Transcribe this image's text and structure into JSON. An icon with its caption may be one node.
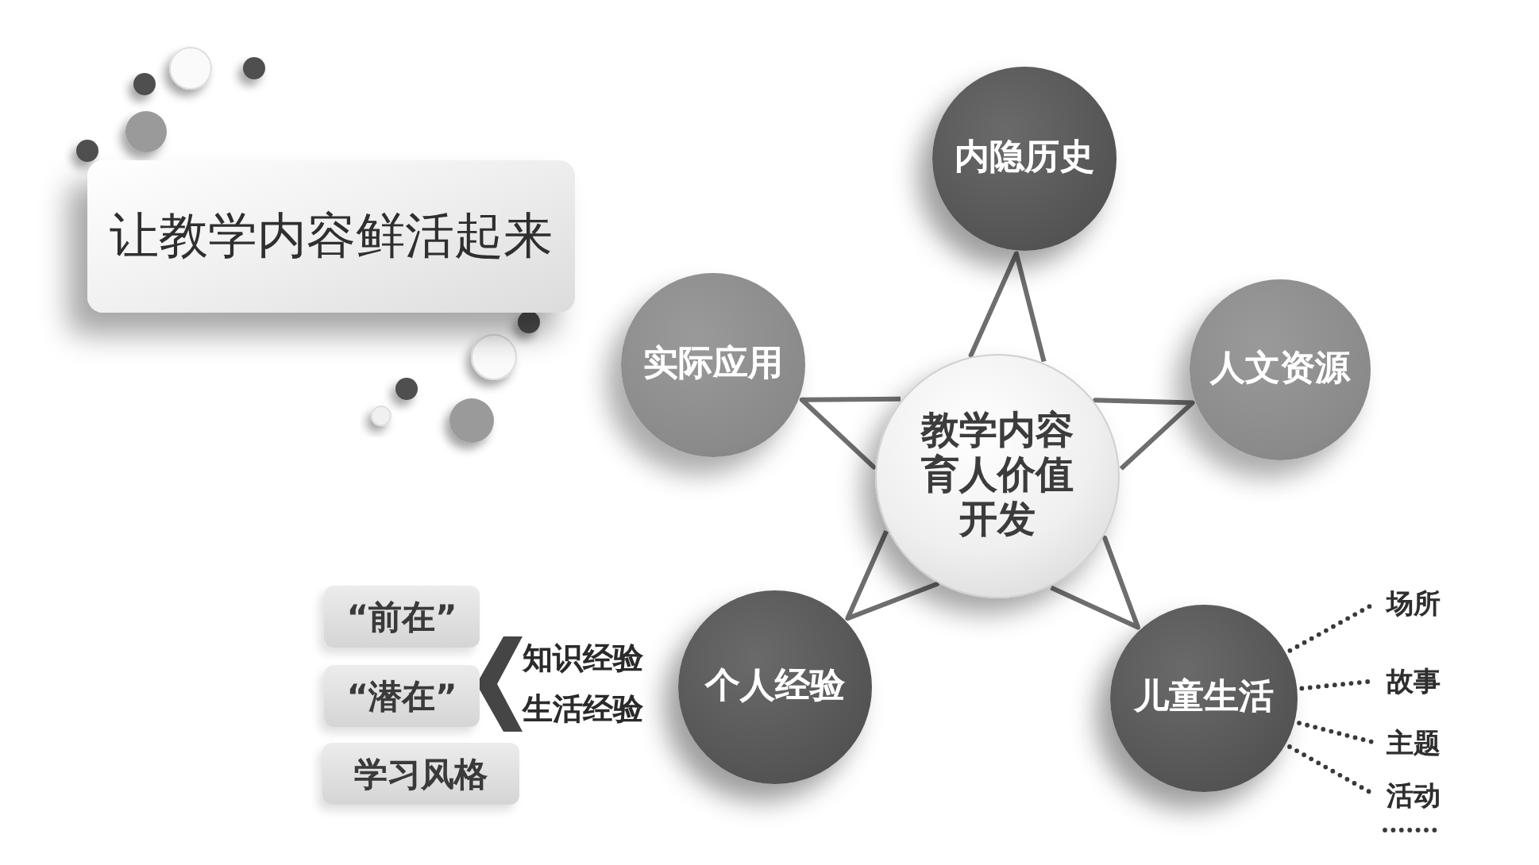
{
  "diagram": {
    "title": "让教学内容鲜活起来",
    "nodes": [
      {
        "text": [
          "教学内容育人价值开发"
        ]
      },
      {
        "text": [
          "内隐历史"
        ]
      },
      {
        "text": [
          "人文资源"
        ]
      },
      {
        "text": [
          "儿童生活"
        ]
      },
      {
        "text": [
          "个人经验"
        ]
      },
      {
        "text": [
          "实际应用"
        ]
      },
      {
        "text": [
          "场所"
        ]
      },
      {
        "text": [
          "故事"
        ]
      },
      {
        "text": [
          "主题"
        ]
      },
      {
        "text": [
          "活动"
        ]
      },
      {
        "text": [
          "“前在”"
        ]
      },
      {
        "text": [
          "“潜在”"
        ]
      },
      {
        "text": [
          "学习风格"
        ]
      }
    ],
    "edges": [
      {
        "from": 0,
        "to": 1,
        "arrow": "none"
      },
      {
        "from": 0,
        "to": 2,
        "arrow": "none"
      },
      {
        "from": 0,
        "to": 3,
        "arrow": "none"
      },
      {
        "from": 0,
        "to": 4,
        "arrow": "none"
      },
      {
        "from": 0,
        "to": 5,
        "arrow": "none"
      },
      {
        "from": 3,
        "to": 6,
        "arrow": "none",
        "style": "dashed"
      },
      {
        "from": 3,
        "to": 7,
        "arrow": "none",
        "style": "dashed"
      },
      {
        "from": 3,
        "to": 8,
        "arrow": "none",
        "style": "dashed"
      },
      {
        "from": 3,
        "to": 9,
        "arrow": "none",
        "style": "dashed"
      }
    ],
    "labels": [
      "知识经验",
      "生活经验"
    ]
  }
}
